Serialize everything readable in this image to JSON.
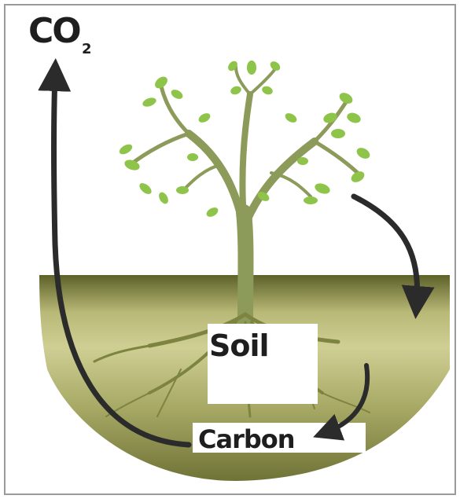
{
  "labels": {
    "co2_main": "CO",
    "co2_sub": "2",
    "soil": "Soil",
    "carbon": "Carbon"
  },
  "colors": {
    "soil_dark": "#6f7336",
    "soil_light": "#c9c98a",
    "tree": "#8c9a5a",
    "leaf": "#8fc44a",
    "arrow": "#2b2b2b",
    "frame": "#9a9a9a"
  },
  "icons": [
    "tree-icon",
    "roots-icon",
    "leaf-icon",
    "cycle-arrow-icon"
  ]
}
